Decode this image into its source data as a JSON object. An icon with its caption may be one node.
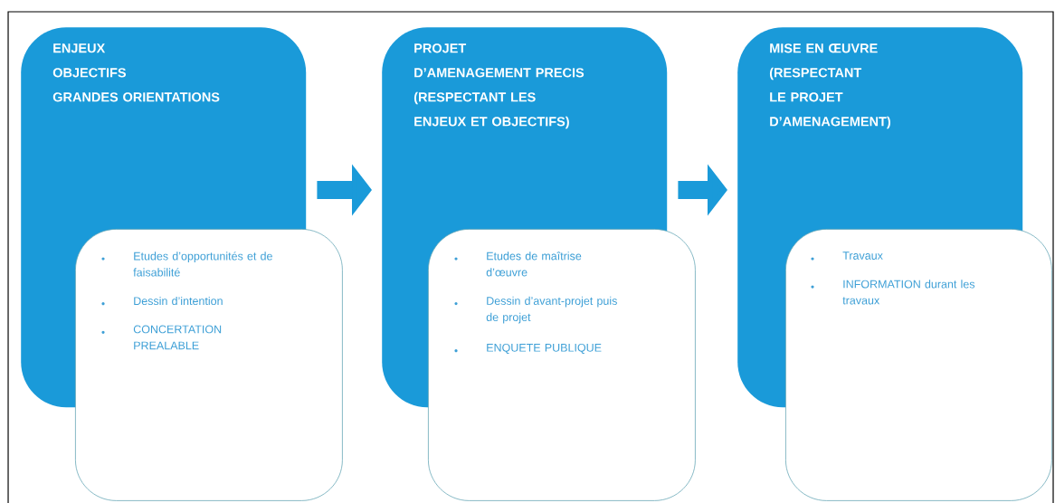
{
  "diagram": {
    "nodes": [
      {
        "text": [
          "ENJEUX",
          "OBJECTIFS",
          "GRANDES ORIENTATIONS"
        ]
      },
      {
        "text": [
          "Etudes d’opportunités et de faisabilité",
          "Dessin d’intention",
          "CONCERTATION PREALABLE"
        ]
      },
      {
        "text": [
          "PROJET D’AMENAGEMENT PRECIS (RESPECTANT LES ENJEUX ET OBJECTIFS)"
        ]
      },
      {
        "text": [
          "Etudes de maîtrise d’œuvre",
          "Dessin d’avant-projet puis de projet",
          "ENQUETE PUBLIQUE"
        ]
      },
      {
        "text": [
          "MISE EN ŒUVRE (RESPECTANT LE PROJET D’AMENAGEMENT)"
        ]
      },
      {
        "text": [
          "Travaux",
          "INFORMATION durant les travaux"
        ]
      }
    ],
    "edges": [
      {
        "from": 0,
        "to": 2,
        "arrow": "to"
      },
      {
        "from": 2,
        "to": 4,
        "arrow": "to"
      }
    ]
  }
}
